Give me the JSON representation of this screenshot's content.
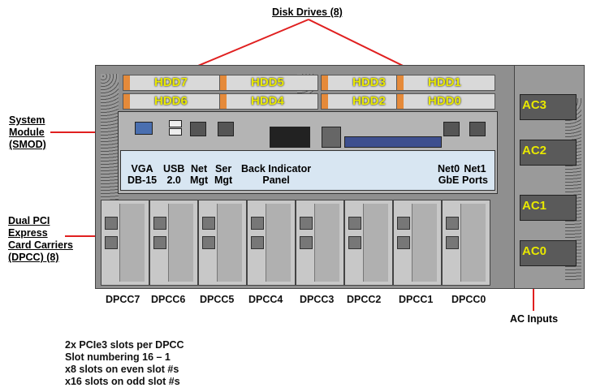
{
  "callouts": {
    "disk_drives": "Disk Drives (8)",
    "system_module": [
      "System",
      "Module",
      "(SMOD)"
    ],
    "dpcc": [
      "Dual PCI",
      "Express",
      "Card Carriers",
      "(DPCC) (8)"
    ],
    "ac_inputs": "AC Inputs"
  },
  "hdds": [
    {
      "label": "HDD7"
    },
    {
      "label": "HDD5"
    },
    {
      "label": "HDD3"
    },
    {
      "label": "HDD1"
    },
    {
      "label": "HDD6"
    },
    {
      "label": "HDD4"
    },
    {
      "label": "HDD2"
    },
    {
      "label": "HDD0"
    }
  ],
  "smod_ports": {
    "vga": [
      "VGA",
      "DB-15"
    ],
    "usb": [
      "USB",
      "2.0"
    ],
    "net_mgt": [
      "Net",
      "Mgt"
    ],
    "ser_mgt": [
      "Ser",
      "Mgt"
    ],
    "back_indicator": [
      "Back Indicator",
      "Panel"
    ],
    "net0": [
      "Net0",
      "GbE"
    ],
    "net1": [
      "Net1",
      "Ports"
    ]
  },
  "ac_labels": [
    "AC3",
    "AC2",
    "AC1",
    "AC0"
  ],
  "dpcc_labels": [
    "DPCC7",
    "DPCC6",
    "DPCC5",
    "DPCC4",
    "DPCC3",
    "DPCC2",
    "DPCC1",
    "DPCC0"
  ],
  "notes": [
    "2x PCIe3 slots per DPCC",
    "Slot numbering 16 – 1",
    "x8 slots on even slot #s",
    "x16 slots on odd slot #s"
  ],
  "colors": {
    "callout_line": "#e02020",
    "label_yellow": "#e8e800",
    "band": "#d8e6f2"
  }
}
